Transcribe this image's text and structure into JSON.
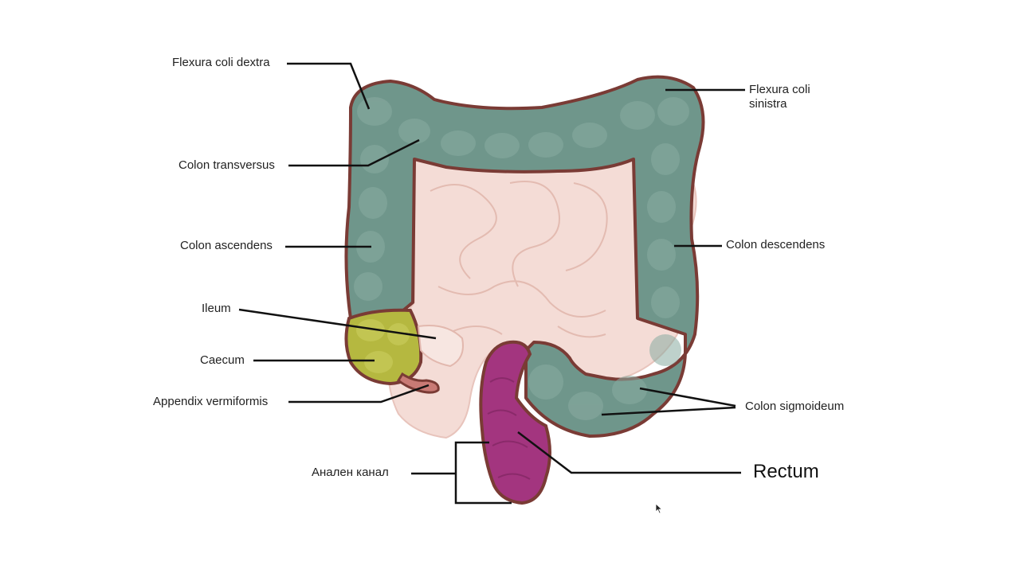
{
  "diagram": {
    "labels": {
      "flexura_coli_dextra": "Flexura coli dextra",
      "flexura_coli_sinistra": "Flexura coli\nsinistra",
      "colon_transversus": "Colon transversus",
      "colon_ascendens": "Colon ascendens",
      "colon_descendens": "Colon descendens",
      "ileum": "Ileum",
      "caecum": "Caecum",
      "appendix_vermiformis": "Appendix vermiformis",
      "colon_sigmoideum": "Colon sigmoideum",
      "analen_kanal": "Анален канал",
      "rectum": "Rectum"
    },
    "colors": {
      "colon": "#6f968b",
      "colon_light": "#8aaca2",
      "outline": "#7a3b35",
      "caecum": "#b5b840",
      "rectum": "#a3357f",
      "small_intestine": "#f4dcd6",
      "line": "#111111"
    }
  }
}
